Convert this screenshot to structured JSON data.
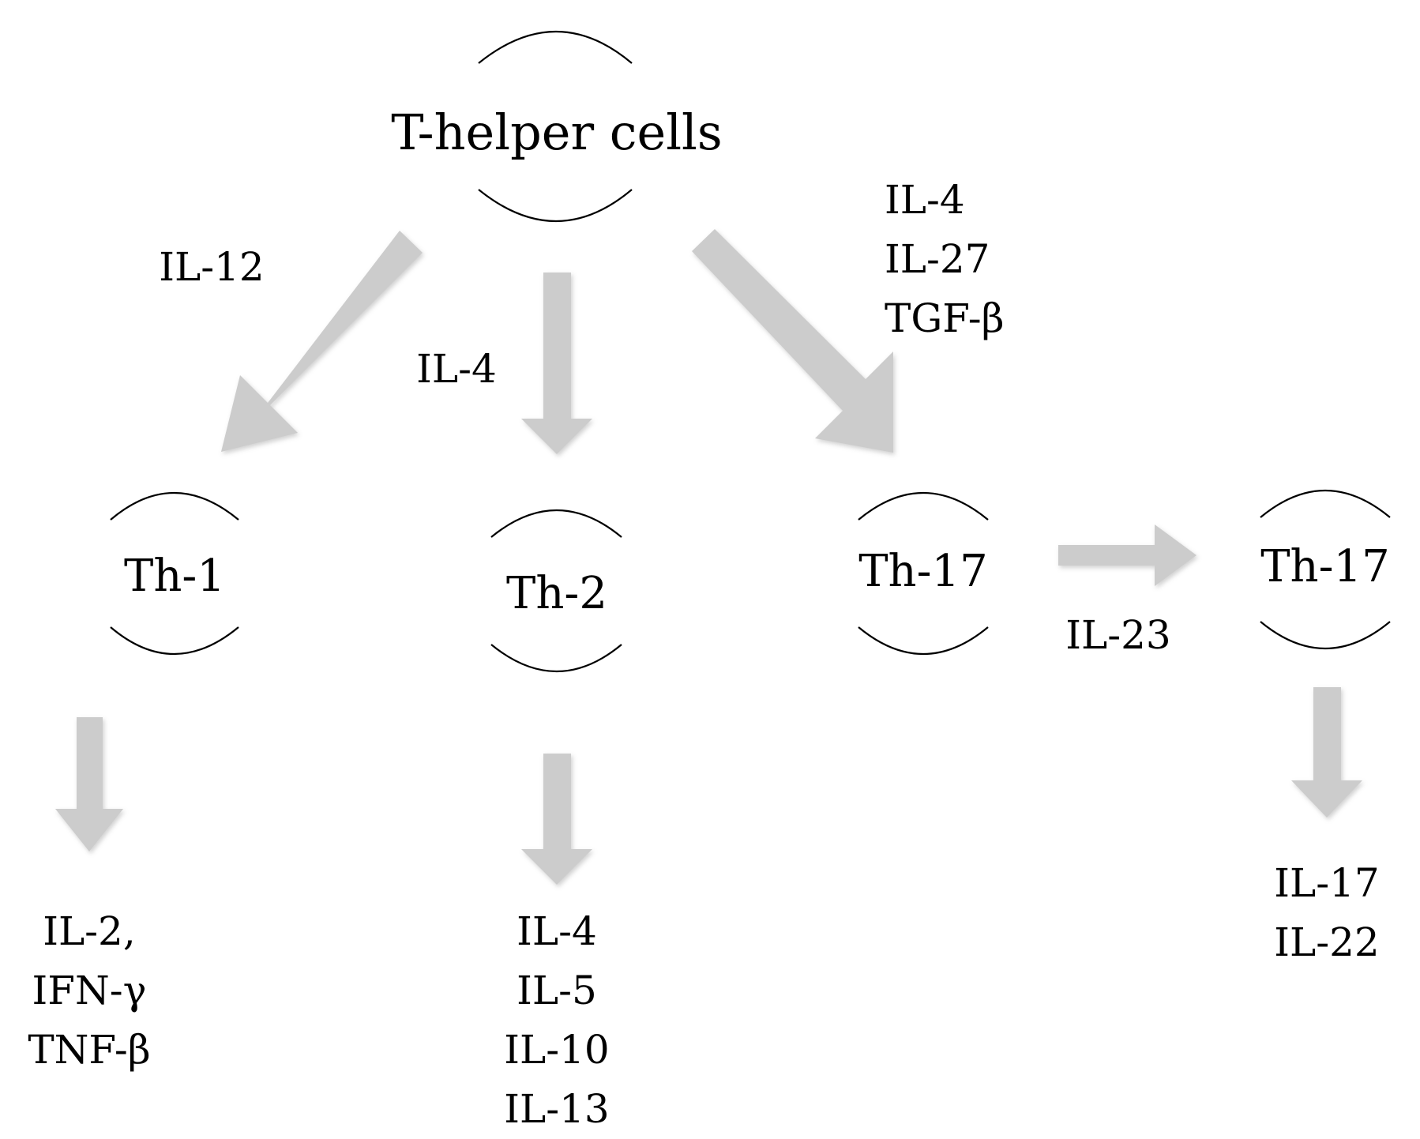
{
  "nodes": {
    "root": "T-helper cells",
    "th1": "Th-1",
    "th2": "Th-2",
    "th17": "Th-17",
    "th17b": "Th-17"
  },
  "inducers": {
    "th1": "IL-12",
    "th2": "IL-4",
    "th17": [
      "IL-4",
      "IL-27",
      "TGF-β"
    ],
    "th17b": "IL-23"
  },
  "products": {
    "th1": [
      "IL-2,",
      "IFN-γ",
      "TNF-β"
    ],
    "th2": [
      "IL-4",
      "IL-5",
      "IL-10",
      "IL-13"
    ],
    "th17b": [
      "IL-17",
      "IL-22"
    ]
  },
  "colors": {
    "arrow_fill": "#cccccc",
    "arrow_shadow": "#bdbdbd",
    "bracket_stroke": "#000000"
  }
}
